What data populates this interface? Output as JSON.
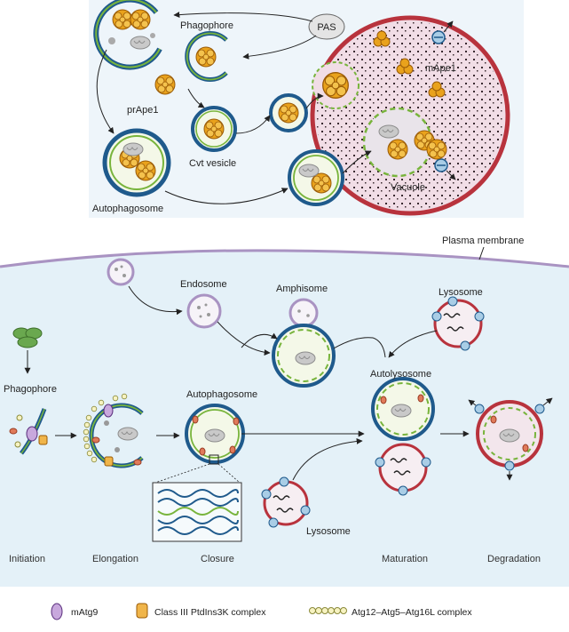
{
  "top": {
    "pas": "PAS",
    "phagophore": "Phagophore",
    "prape1": "prApe1",
    "cvt_vesicle": "Cvt vesicle",
    "autophagosome": "Autophagosome",
    "mape1": "mApe1",
    "vacuole": "Vacuole"
  },
  "bottom": {
    "plasma_membrane": "Plasma membrane",
    "endosome": "Endosome",
    "amphisome": "Amphisome",
    "lysosome_top": "Lysosome",
    "phagophore": "Phagophore",
    "autophagosome": "Autophagosome",
    "autolysosome": "Autolysosome",
    "lysosome_bottom": "Lysosome"
  },
  "stages": [
    "Initiation",
    "Elongation",
    "Closure",
    "Maturation",
    "Degradation"
  ],
  "legend": [
    {
      "icon": "matg9-icon",
      "label": "mAtg9"
    },
    {
      "icon": "class3-complex-icon",
      "label": "Class III PtdIns3K complex"
    },
    {
      "icon": "atg12-complex-icon",
      "label": "Atg12–Atg5–Atg16L complex"
    }
  ],
  "colors": {
    "cell_bg": "#e4f1f8",
    "vacuole_fill": "#f1dde6",
    "membrane_red": "#b8333d",
    "membrane_blue": "#1f5a8c",
    "membrane_green": "#78b43c",
    "cargo_orange": "#e9a21c",
    "mitochondria_gray": "#bcbcbc",
    "lysosome_blue": "#a9cde6"
  }
}
